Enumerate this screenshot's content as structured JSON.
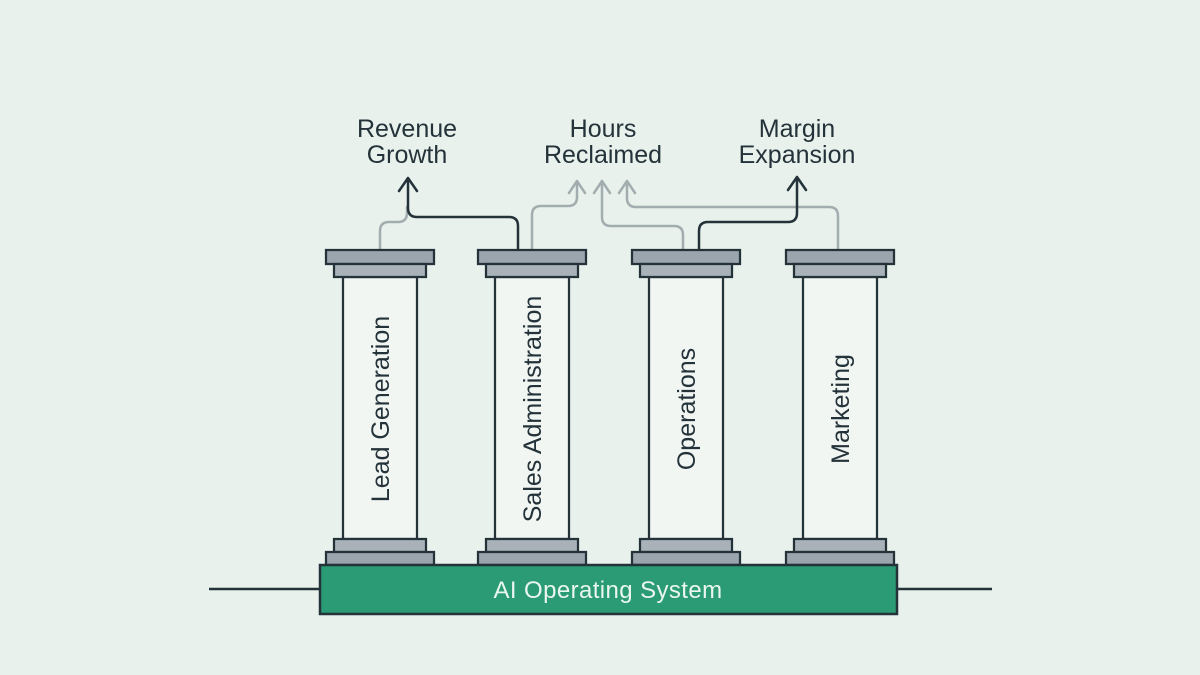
{
  "diagram": {
    "type": "pillar-architecture",
    "base": {
      "label": "AI Operating System"
    },
    "pillars": [
      {
        "label": "Lead Generation"
      },
      {
        "label": "Sales Administration"
      },
      {
        "label": "Operations"
      },
      {
        "label": "Marketing"
      }
    ],
    "outcomes": [
      {
        "line1": "Revenue",
        "line2": "Growth"
      },
      {
        "line1": "Hours",
        "line2": "Reclaimed"
      },
      {
        "line1": "Margin",
        "line2": "Expansion"
      }
    ],
    "connections": [
      {
        "from": "Lead Generation",
        "to": "Revenue Growth",
        "style": "light"
      },
      {
        "from": "Sales Administration",
        "to": "Revenue Growth",
        "style": "dark"
      },
      {
        "from": "Sales Administration",
        "to": "Hours Reclaimed",
        "style": "light"
      },
      {
        "from": "Operations",
        "to": "Hours Reclaimed",
        "style": "light"
      },
      {
        "from": "Operations",
        "to": "Margin Expansion",
        "style": "dark"
      },
      {
        "from": "Marketing",
        "to": "Hours Reclaimed",
        "style": "light"
      }
    ],
    "colors": {
      "bg": "#e8f1ec",
      "dark": "#243239",
      "light-line": "#a2adaf",
      "cap": "#9ba5ad",
      "cap2": "#a9b2b9",
      "pillar": "#f1f6f3",
      "base": "#2a9b74",
      "base-text": "#eaf6ef"
    }
  }
}
